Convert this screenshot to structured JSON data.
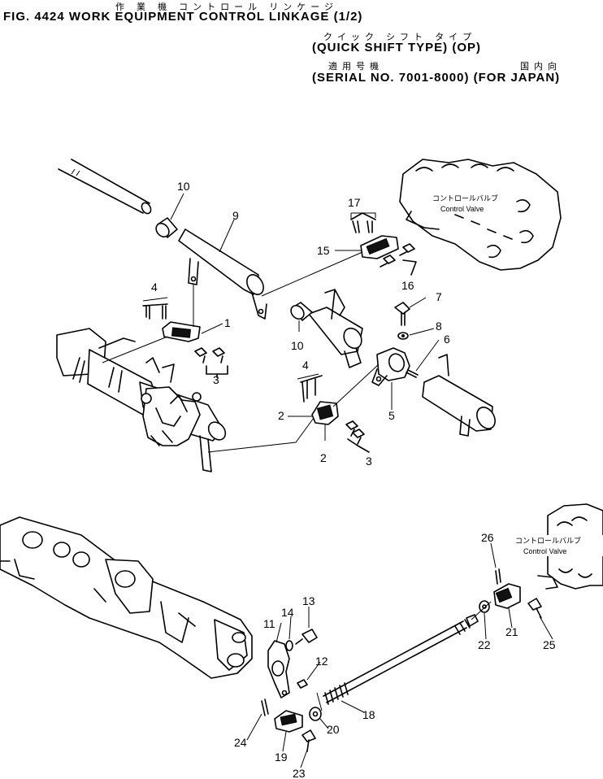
{
  "header": {
    "fig_line_jp": "作 業 機 コントロール リンケージ",
    "fig_line": "FIG. 4424  WORK  EQUIPMENT  CONTROL  LINKAGE  (1/2)",
    "type_jp": "クイック シフト タイプ",
    "type_line": "(QUICK  SHIFT  TYPE)  (OP)",
    "serial_jp": "適用号機",
    "region_jp": "国内向",
    "serial_line": "(SERIAL  NO. 7001-8000)  (FOR  JAPAN)"
  },
  "callouts": {
    "control_valve_jp": "コントロールバルブ",
    "control_valve_en": "Control Valve"
  },
  "parts": {
    "p1": "1",
    "p2a": "2",
    "p2b": "2",
    "p3a": "3",
    "p3b": "3",
    "p4a": "4",
    "p4b": "4",
    "p5": "5",
    "p6": "6",
    "p7": "7",
    "p8": "8",
    "p9": "9",
    "p10a": "10",
    "p10b": "10",
    "p11": "11",
    "p12": "12",
    "p13": "13",
    "p14": "14",
    "p15": "15",
    "p16": "16",
    "p17": "17",
    "p18": "18",
    "p19": "19",
    "p20": "20",
    "p21": "21",
    "p22": "22",
    "p23": "23",
    "p24": "24",
    "p25": "25",
    "p26": "26"
  }
}
